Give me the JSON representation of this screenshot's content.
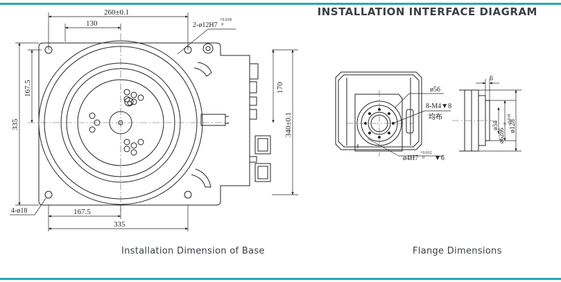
{
  "header": {
    "title": "INSTALLATION INTERFACE DIAGRAM"
  },
  "colors": {
    "accent": "#2aa5b5",
    "line": "#222222",
    "text": "#3a3f44"
  },
  "base_view": {
    "caption": "Installation Dimension of Base",
    "dims": {
      "top_overall": "260±0.1",
      "top_partial": "130",
      "pin_hole": "2-ø12H7",
      "pin_tol_up": "+0.018",
      "pin_tol_low": "0",
      "left_overall": "335",
      "left_partial": "167.5",
      "right_overall": "340±0.1",
      "right_partial": "170",
      "bottom_partial": "167.5",
      "bottom_overall": "335",
      "bolt_holes": "4-ø18"
    }
  },
  "flange_view": {
    "caption": "Flange Dimensions",
    "dims": {
      "d56": "ø56",
      "thread": "8-M4▼8",
      "even": "均布",
      "pin_hole": "ø4H7",
      "pin_tol_up": "+0.012",
      "pin_tol_low": "0",
      "pin_depth": "▼6",
      "depth6": "6",
      "d34": "ø34",
      "d62": "ø62h6",
      "d62_tol_up": "0",
      "d62_tol_low": "-0.019",
      "d128": "ø128"
    }
  }
}
